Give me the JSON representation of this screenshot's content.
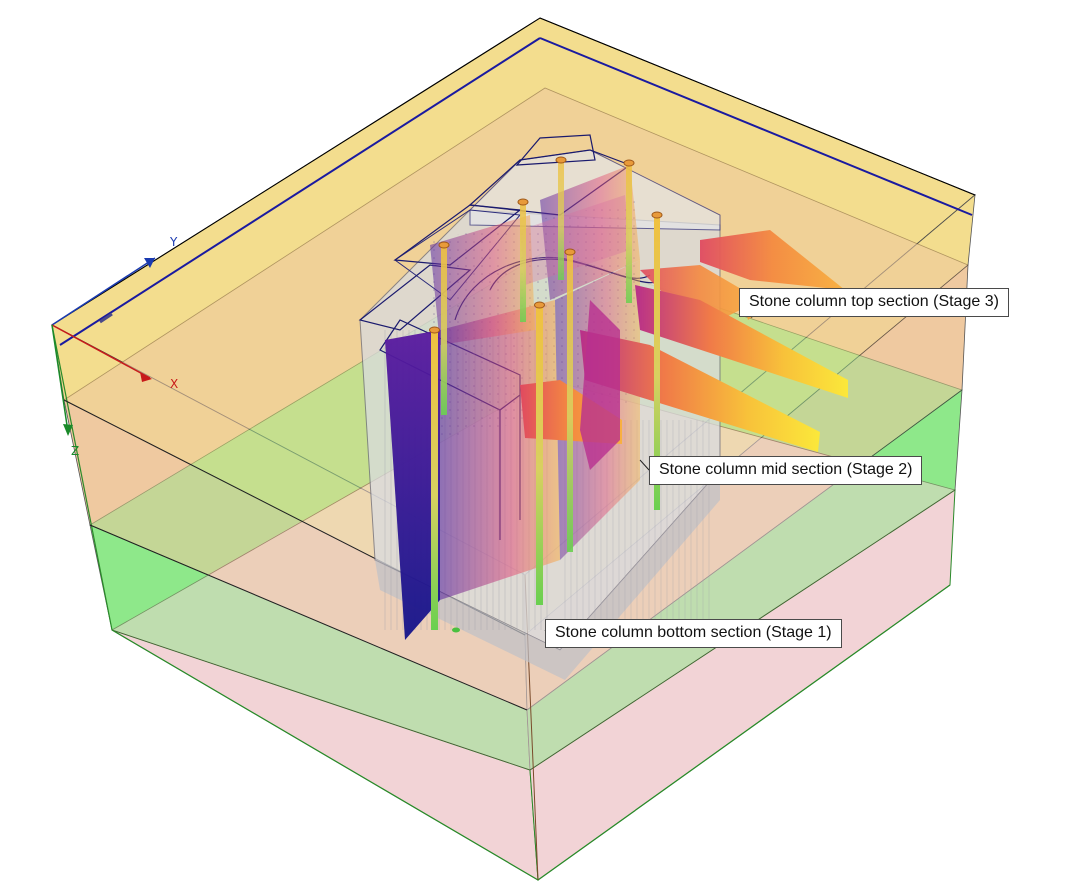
{
  "axes": {
    "x_label": "X",
    "y_label": "Y",
    "z_label": "Z"
  },
  "callouts": {
    "top": "Stone column top section (Stage 3)",
    "mid": "Stone column mid section (Stage 2)",
    "bottom": "Stone column bottom section (Stage 1)"
  },
  "colors": {
    "soil_top_layer": "#f3dd8e",
    "soil_second_layer": "#efc9a0",
    "soil_third_layer": "#8ee88a",
    "soil_bottom_layer": "#f2d3d6",
    "box_frame": "#1a1a6e",
    "structure": "#d9dbe0",
    "stone_column": "#e8c84a",
    "result_high": "#f9e03a",
    "result_mid": "#e04a78",
    "result_low": "#2a1a8a"
  },
  "icons": {
    "axis_triad": "xyz-axis-triad-icon"
  }
}
